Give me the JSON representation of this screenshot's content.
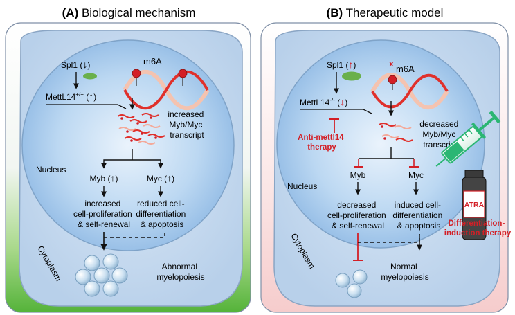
{
  "panel_a": {
    "title_tag": "(A)",
    "title_text": "Biological mechanism",
    "spl1": "Spl1 (",
    "spl1_close": ")",
    "mettl14_base": "MettL14",
    "mettl14_sup": "+/+",
    "m6a": "m6A",
    "transcript": [
      "increased",
      "Myb/Myc",
      "transcript"
    ],
    "nucleus": "Nucleus",
    "cytoplasm": "Cytoplasm",
    "myb": "Myb (",
    "myc": "Myc (",
    "close_paren": ")",
    "left_outcome": [
      "increased",
      "cell-proliferation",
      "& self-renewal"
    ],
    "right_outcome": [
      "reduced cell-",
      "differentiation",
      "& apoptosis"
    ],
    "result": [
      "Abnormal",
      "myelopoiesis"
    ]
  },
  "panel_b": {
    "title_tag": "(B)",
    "title_text": "Therapeutic model",
    "spl1": "Spl1 (",
    "spl1_close": ")",
    "mettl14_base": "MettL14",
    "mettl14_sup": "-/-",
    "m6a": "m6A",
    "m6a_mark": "x",
    "therapy_anti": [
      "Anti-mettl14",
      "therapy"
    ],
    "transcript": [
      "decreased",
      "Myb/Myc",
      "transcript"
    ],
    "nucleus": "Nucleus",
    "cytoplasm": "Cytoplasm",
    "myb": "Myb",
    "myc": "Myc",
    "left_outcome": [
      "decreased",
      "cell-proliferation",
      "& self-renewal"
    ],
    "right_outcome": [
      "induced cell-",
      "differentiation",
      "& apoptosis"
    ],
    "result": [
      "Normal",
      "myelopoiesis"
    ],
    "drug": "ATRA",
    "therapy_diff": [
      "Differentiation-",
      "induction therapy"
    ]
  },
  "colors": {
    "red": "#d31f26",
    "mrna_red": "#e0302b",
    "mrna_pink": "#f4c3b0",
    "nucleus_blue": "#9cc3e8",
    "syringe_green": "#2bb673",
    "cell_green": "#6ab04c"
  }
}
